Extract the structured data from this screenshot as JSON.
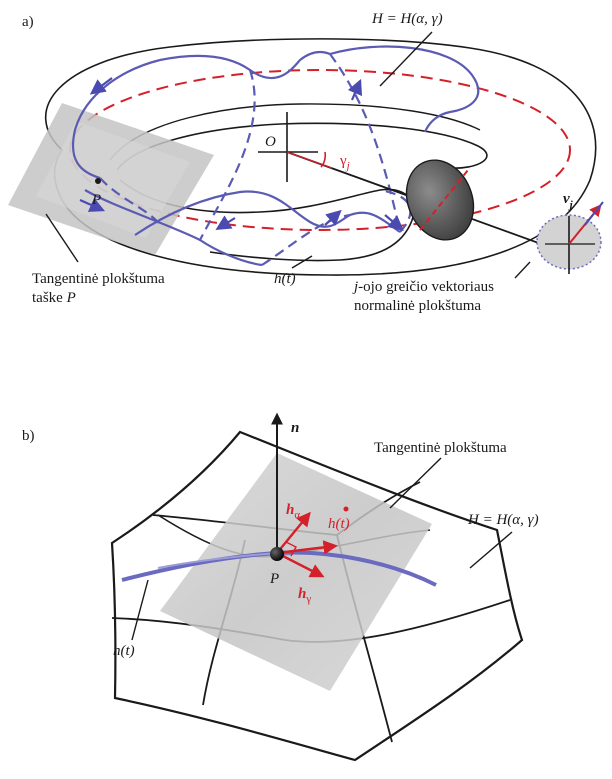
{
  "panel_a": {
    "label": "a)",
    "surface_label": "H = H(α, γ)",
    "origin_label": "O",
    "angle_label": "γ",
    "angle_sub": "j",
    "point_label": "P",
    "velocity_label": "v",
    "velocity_sub": "j",
    "tangent_caption_line1": "Tangentinė plokštuma",
    "tangent_caption_line2_prefix": "taške ",
    "tangent_caption_line2_point": "P",
    "curve_label": "h(t)",
    "normal_caption_line1_prefix": "j",
    "normal_caption_line1_rest": "-ojo greičio vektoriaus",
    "normal_caption_line2": "normalinė plokštuma"
  },
  "panel_b": {
    "label": "b)",
    "normal_label": "n",
    "tangent_caption": "Tangentinė plokštuma",
    "surface_label": "H = H(α, γ)",
    "h_alpha": "h",
    "h_alpha_sub": "α",
    "h_dot": "h(t)",
    "point_label": "P",
    "h_gamma": "h",
    "h_gamma_sub": "γ",
    "curve_label": "h(t)"
  },
  "colors": {
    "curve_blue": "#5b5bb4",
    "equator_red": "#d4202a",
    "vector_red": "#d4202a",
    "outline": "#1a1a1a",
    "plane_grey": "#c9c9c9"
  }
}
